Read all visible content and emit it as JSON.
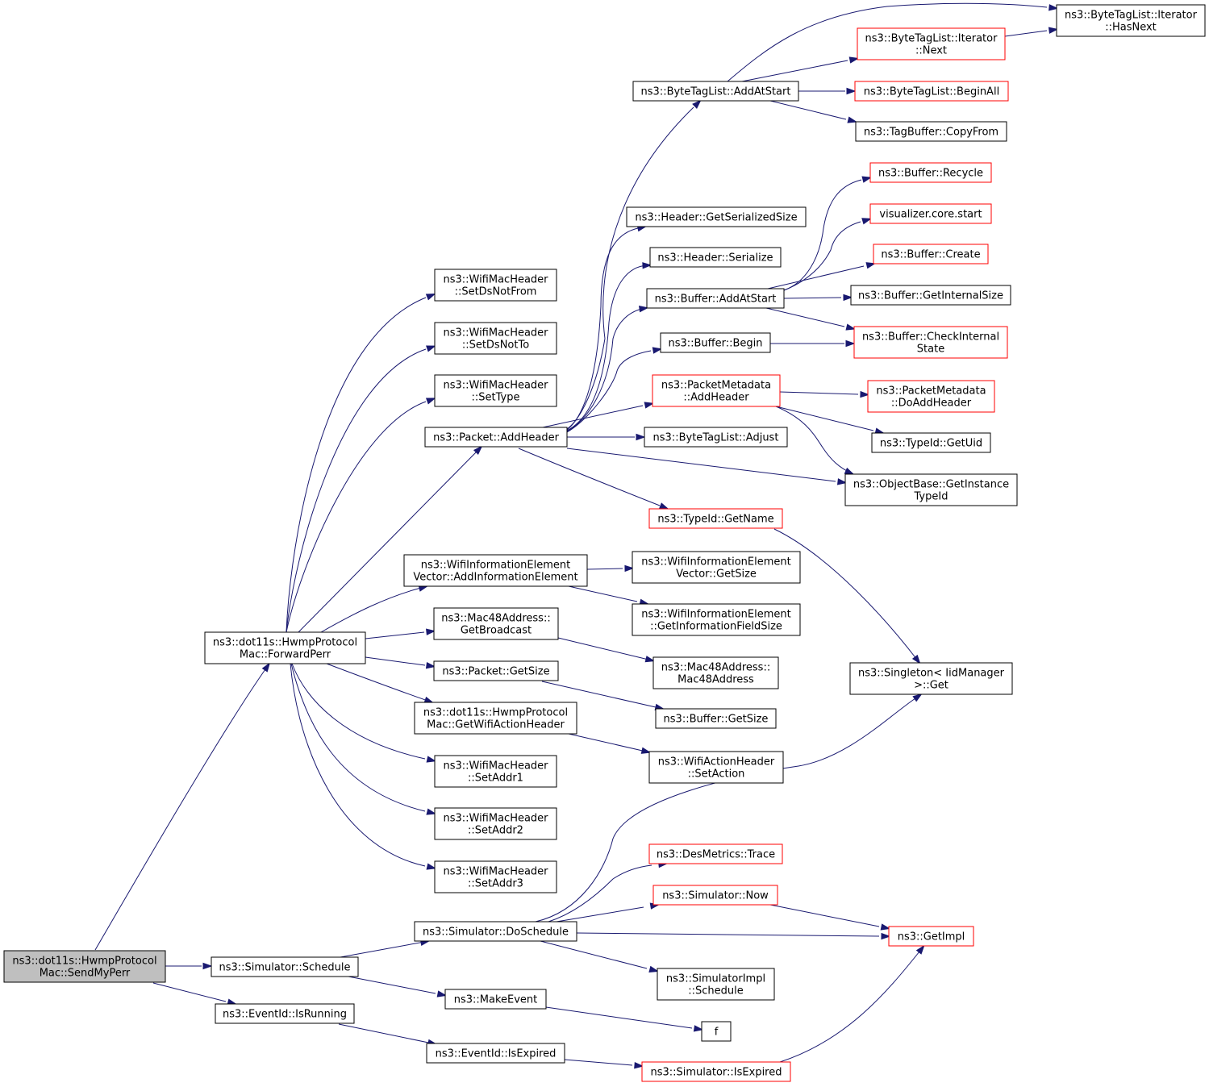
{
  "colors": {
    "edge": "#191970",
    "node_border_normal": "#000000",
    "node_border_truncated": "#ff0000",
    "root_fill": "#bfbfbf",
    "node_fill": "#ffffff"
  },
  "nodes": [
    {
      "id": "sendmyperr",
      "kind": "root",
      "lines": [
        "ns3::dot11s::HwmpProtocol",
        "Mac::SendMyPerr"
      ]
    },
    {
      "id": "forwardperr",
      "kind": "normal",
      "lines": [
        "ns3::dot11s::HwmpProtocol",
        "Mac::ForwardPerr"
      ]
    },
    {
      "id": "sim_schedule",
      "kind": "normal",
      "lines": [
        "ns3::Simulator::Schedule"
      ]
    },
    {
      "id": "isrunning",
      "kind": "normal",
      "lines": [
        "ns3::EventId::IsRunning"
      ]
    },
    {
      "id": "setdsnotfrom",
      "kind": "normal",
      "lines": [
        "ns3::WifiMacHeader",
        "::SetDsNotFrom"
      ]
    },
    {
      "id": "setdsnotto",
      "kind": "normal",
      "lines": [
        "ns3::WifiMacHeader",
        "::SetDsNotTo"
      ]
    },
    {
      "id": "settype",
      "kind": "normal",
      "lines": [
        "ns3::WifiMacHeader",
        "::SetType"
      ]
    },
    {
      "id": "addheader",
      "kind": "normal",
      "lines": [
        "ns3::Packet::AddHeader"
      ]
    },
    {
      "id": "addinfoelem",
      "kind": "normal",
      "lines": [
        "ns3::WifiInformationElement",
        "Vector::AddInformationElement"
      ]
    },
    {
      "id": "getbroadcast",
      "kind": "normal",
      "lines": [
        "ns3::Mac48Address::",
        "GetBroadcast"
      ]
    },
    {
      "id": "packet_getsize",
      "kind": "normal",
      "lines": [
        "ns3::Packet::GetSize"
      ]
    },
    {
      "id": "getwifiaction",
      "kind": "normal",
      "lines": [
        "ns3::dot11s::HwmpProtocol",
        "Mac::GetWifiActionHeader"
      ]
    },
    {
      "id": "setaddr1",
      "kind": "normal",
      "lines": [
        "ns3::WifiMacHeader",
        "::SetAddr1"
      ]
    },
    {
      "id": "setaddr2",
      "kind": "normal",
      "lines": [
        "ns3::WifiMacHeader",
        "::SetAddr2"
      ]
    },
    {
      "id": "setaddr3",
      "kind": "normal",
      "lines": [
        "ns3::WifiMacHeader",
        "::SetAddr3"
      ]
    },
    {
      "id": "doschedule",
      "kind": "normal",
      "lines": [
        "ns3::Simulator::DoSchedule"
      ]
    },
    {
      "id": "makeevent",
      "kind": "normal",
      "lines": [
        "ns3::MakeEvent"
      ]
    },
    {
      "id": "isexpired_ev",
      "kind": "normal",
      "lines": [
        "ns3::EventId::IsExpired"
      ]
    },
    {
      "id": "addatstart_btl",
      "kind": "normal",
      "lines": [
        "ns3::ByteTagList::AddAtStart"
      ]
    },
    {
      "id": "getserializedsize",
      "kind": "normal",
      "lines": [
        "ns3::Header::GetSerializedSize"
      ]
    },
    {
      "id": "header_serialize",
      "kind": "normal",
      "lines": [
        "ns3::Header::Serialize"
      ]
    },
    {
      "id": "buffer_addatstart",
      "kind": "normal",
      "lines": [
        "ns3::Buffer::AddAtStart"
      ]
    },
    {
      "id": "buffer_begin",
      "kind": "normal",
      "lines": [
        "ns3::Buffer::Begin"
      ]
    },
    {
      "id": "pm_addheader",
      "kind": "truncated",
      "lines": [
        "ns3::PacketMetadata",
        "::AddHeader"
      ]
    },
    {
      "id": "btl_adjust",
      "kind": "normal",
      "lines": [
        "ns3::ByteTagList::Adjust"
      ]
    },
    {
      "id": "typeid_getname",
      "kind": "truncated",
      "lines": [
        "ns3::TypeId::GetName"
      ]
    },
    {
      "id": "iev_getsize",
      "kind": "normal",
      "lines": [
        "ns3::WifiInformationElement",
        "Vector::GetSize"
      ]
    },
    {
      "id": "ie_getinfofieldsize",
      "kind": "normal",
      "lines": [
        "ns3::WifiInformationElement",
        "::GetInformationFieldSize"
      ]
    },
    {
      "id": "mac48address",
      "kind": "normal",
      "lines": [
        "ns3::Mac48Address::",
        "Mac48Address"
      ]
    },
    {
      "id": "buffer_getsize",
      "kind": "normal",
      "lines": [
        "ns3::Buffer::GetSize"
      ]
    },
    {
      "id": "setaction",
      "kind": "normal",
      "lines": [
        "ns3::WifiActionHeader",
        "::SetAction"
      ]
    },
    {
      "id": "desmetrics_trace",
      "kind": "truncated",
      "lines": [
        "ns3::DesMetrics::Trace"
      ]
    },
    {
      "id": "sim_now",
      "kind": "truncated",
      "lines": [
        "ns3::Simulator::Now"
      ]
    },
    {
      "id": "simimpl_schedule",
      "kind": "normal",
      "lines": [
        "ns3::SimulatorImpl",
        "::Schedule"
      ]
    },
    {
      "id": "f",
      "kind": "normal",
      "lines": [
        "f"
      ]
    },
    {
      "id": "sim_isexpired",
      "kind": "truncated",
      "lines": [
        "ns3::Simulator::IsExpired"
      ]
    },
    {
      "id": "iter_hasnext",
      "kind": "normal",
      "lines": [
        "ns3::ByteTagList::Iterator",
        "::HasNext"
      ]
    },
    {
      "id": "iter_next",
      "kind": "truncated",
      "lines": [
        "ns3::ByteTagList::Iterator",
        "::Next"
      ]
    },
    {
      "id": "btl_beginall",
      "kind": "truncated",
      "lines": [
        "ns3::ByteTagList::BeginAll"
      ]
    },
    {
      "id": "tagbuffer_copyfrom",
      "kind": "normal",
      "lines": [
        "ns3::TagBuffer::CopyFrom"
      ]
    },
    {
      "id": "buffer_recycle",
      "kind": "truncated",
      "lines": [
        "ns3::Buffer::Recycle"
      ]
    },
    {
      "id": "viz_start",
      "kind": "truncated",
      "lines": [
        "visualizer.core.start"
      ]
    },
    {
      "id": "buffer_create",
      "kind": "truncated",
      "lines": [
        "ns3::Buffer::Create"
      ]
    },
    {
      "id": "buffer_getinternalsize",
      "kind": "normal",
      "lines": [
        "ns3::Buffer::GetInternalSize"
      ]
    },
    {
      "id": "buffer_checkinternal",
      "kind": "truncated",
      "lines": [
        "ns3::Buffer::CheckInternal",
        "State"
      ]
    },
    {
      "id": "pm_doaddheader",
      "kind": "truncated",
      "lines": [
        "ns3::PacketMetadata",
        "::DoAddHeader"
      ]
    },
    {
      "id": "typeid_getuid",
      "kind": "normal",
      "lines": [
        "ns3::TypeId::GetUid"
      ]
    },
    {
      "id": "getinstancetypeid",
      "kind": "normal",
      "lines": [
        "ns3::ObjectBase::GetInstance",
        "TypeId"
      ]
    },
    {
      "id": "singleton_get",
      "kind": "normal",
      "lines": [
        "ns3::Singleton< IidManager",
        ">::Get"
      ]
    },
    {
      "id": "getimpl",
      "kind": "truncated",
      "lines": [
        "ns3::GetImpl"
      ]
    }
  ],
  "edges": [
    [
      "sendmyperr",
      "forwardperr"
    ],
    [
      "sendmyperr",
      "sim_schedule"
    ],
    [
      "sendmyperr",
      "isrunning"
    ],
    [
      "forwardperr",
      "setdsnotfrom"
    ],
    [
      "forwardperr",
      "setdsnotto"
    ],
    [
      "forwardperr",
      "settype"
    ],
    [
      "forwardperr",
      "addheader"
    ],
    [
      "forwardperr",
      "addinfoelem"
    ],
    [
      "forwardperr",
      "getbroadcast"
    ],
    [
      "forwardperr",
      "packet_getsize"
    ],
    [
      "forwardperr",
      "getwifiaction"
    ],
    [
      "forwardperr",
      "setaddr1"
    ],
    [
      "forwardperr",
      "setaddr2"
    ],
    [
      "forwardperr",
      "setaddr3"
    ],
    [
      "addheader",
      "addatstart_btl"
    ],
    [
      "addheader",
      "getserializedsize"
    ],
    [
      "addheader",
      "header_serialize"
    ],
    [
      "addheader",
      "buffer_addatstart"
    ],
    [
      "addheader",
      "buffer_begin"
    ],
    [
      "addheader",
      "pm_addheader"
    ],
    [
      "addheader",
      "btl_adjust"
    ],
    [
      "addheader",
      "getinstancetypeid"
    ],
    [
      "addheader",
      "typeid_getname"
    ],
    [
      "addatstart_btl",
      "iter_hasnext"
    ],
    [
      "addatstart_btl",
      "iter_next"
    ],
    [
      "addatstart_btl",
      "btl_beginall"
    ],
    [
      "addatstart_btl",
      "tagbuffer_copyfrom"
    ],
    [
      "iter_next",
      "iter_hasnext"
    ],
    [
      "buffer_addatstart",
      "buffer_recycle"
    ],
    [
      "buffer_addatstart",
      "viz_start"
    ],
    [
      "buffer_addatstart",
      "buffer_create"
    ],
    [
      "buffer_addatstart",
      "buffer_getinternalsize"
    ],
    [
      "buffer_addatstart",
      "buffer_checkinternal"
    ],
    [
      "buffer_begin",
      "buffer_checkinternal"
    ],
    [
      "pm_addheader",
      "pm_doaddheader"
    ],
    [
      "pm_addheader",
      "typeid_getuid"
    ],
    [
      "pm_addheader",
      "getinstancetypeid"
    ],
    [
      "typeid_getname",
      "singleton_get"
    ],
    [
      "addinfoelem",
      "iev_getsize"
    ],
    [
      "addinfoelem",
      "ie_getinfofieldsize"
    ],
    [
      "getbroadcast",
      "mac48address"
    ],
    [
      "packet_getsize",
      "buffer_getsize"
    ],
    [
      "getwifiaction",
      "setaction"
    ],
    [
      "sim_schedule",
      "doschedule"
    ],
    [
      "sim_schedule",
      "makeevent"
    ],
    [
      "makeevent",
      "f"
    ],
    [
      "isrunning",
      "isexpired_ev"
    ],
    [
      "isexpired_ev",
      "sim_isexpired"
    ],
    [
      "sim_isexpired",
      "getimpl"
    ],
    [
      "doschedule",
      "singleton_get"
    ],
    [
      "doschedule",
      "desmetrics_trace"
    ],
    [
      "doschedule",
      "sim_now"
    ],
    [
      "doschedule",
      "getimpl"
    ],
    [
      "doschedule",
      "simimpl_schedule"
    ],
    [
      "sim_now",
      "getimpl"
    ]
  ]
}
